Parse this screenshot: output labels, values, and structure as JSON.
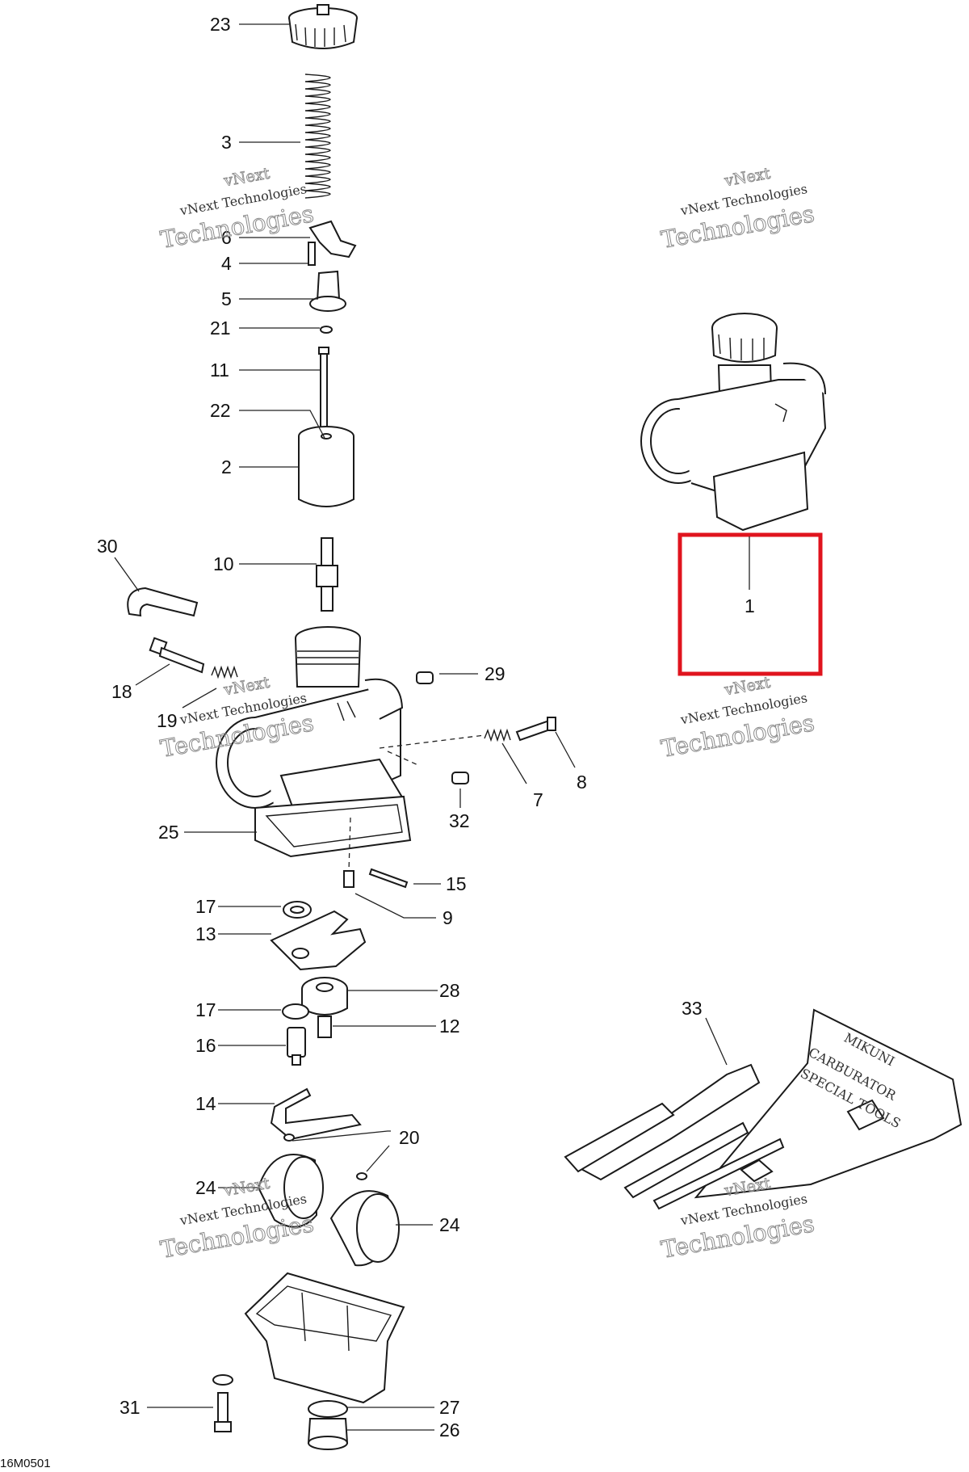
{
  "diagram_code": "16M0501",
  "watermark": {
    "line1": "vNext",
    "line2": "Technologies",
    "small": "vNext Technologies"
  },
  "highlight_color": "#e0141e",
  "callouts": [
    {
      "id": "23",
      "text": "23"
    },
    {
      "id": "3",
      "text": "3"
    },
    {
      "id": "6",
      "text": "6"
    },
    {
      "id": "4",
      "text": "4"
    },
    {
      "id": "5",
      "text": "5"
    },
    {
      "id": "21",
      "text": "21"
    },
    {
      "id": "11",
      "text": "11"
    },
    {
      "id": "22",
      "text": "22"
    },
    {
      "id": "2",
      "text": "2"
    },
    {
      "id": "30",
      "text": "30"
    },
    {
      "id": "10",
      "text": "10"
    },
    {
      "id": "18",
      "text": "18"
    },
    {
      "id": "19",
      "text": "19"
    },
    {
      "id": "29",
      "text": "29"
    },
    {
      "id": "25",
      "text": "25"
    },
    {
      "id": "32",
      "text": "32"
    },
    {
      "id": "7",
      "text": "7"
    },
    {
      "id": "8",
      "text": "8"
    },
    {
      "id": "15",
      "text": "15"
    },
    {
      "id": "9",
      "text": "9"
    },
    {
      "id": "17a",
      "text": "17"
    },
    {
      "id": "13",
      "text": "13"
    },
    {
      "id": "28",
      "text": "28"
    },
    {
      "id": "17b",
      "text": "17"
    },
    {
      "id": "12",
      "text": "12"
    },
    {
      "id": "16",
      "text": "16"
    },
    {
      "id": "14",
      "text": "14"
    },
    {
      "id": "20",
      "text": "20"
    },
    {
      "id": "24a",
      "text": "24"
    },
    {
      "id": "24b",
      "text": "24"
    },
    {
      "id": "31",
      "text": "31"
    },
    {
      "id": "27",
      "text": "27"
    },
    {
      "id": "26",
      "text": "26"
    },
    {
      "id": "1",
      "text": "1"
    },
    {
      "id": "33",
      "text": "33"
    }
  ],
  "tool_kit_text": {
    "line1": "MIKUNI",
    "line2": "CARBURATOR",
    "line3": "SPECIAL TOOLS"
  }
}
